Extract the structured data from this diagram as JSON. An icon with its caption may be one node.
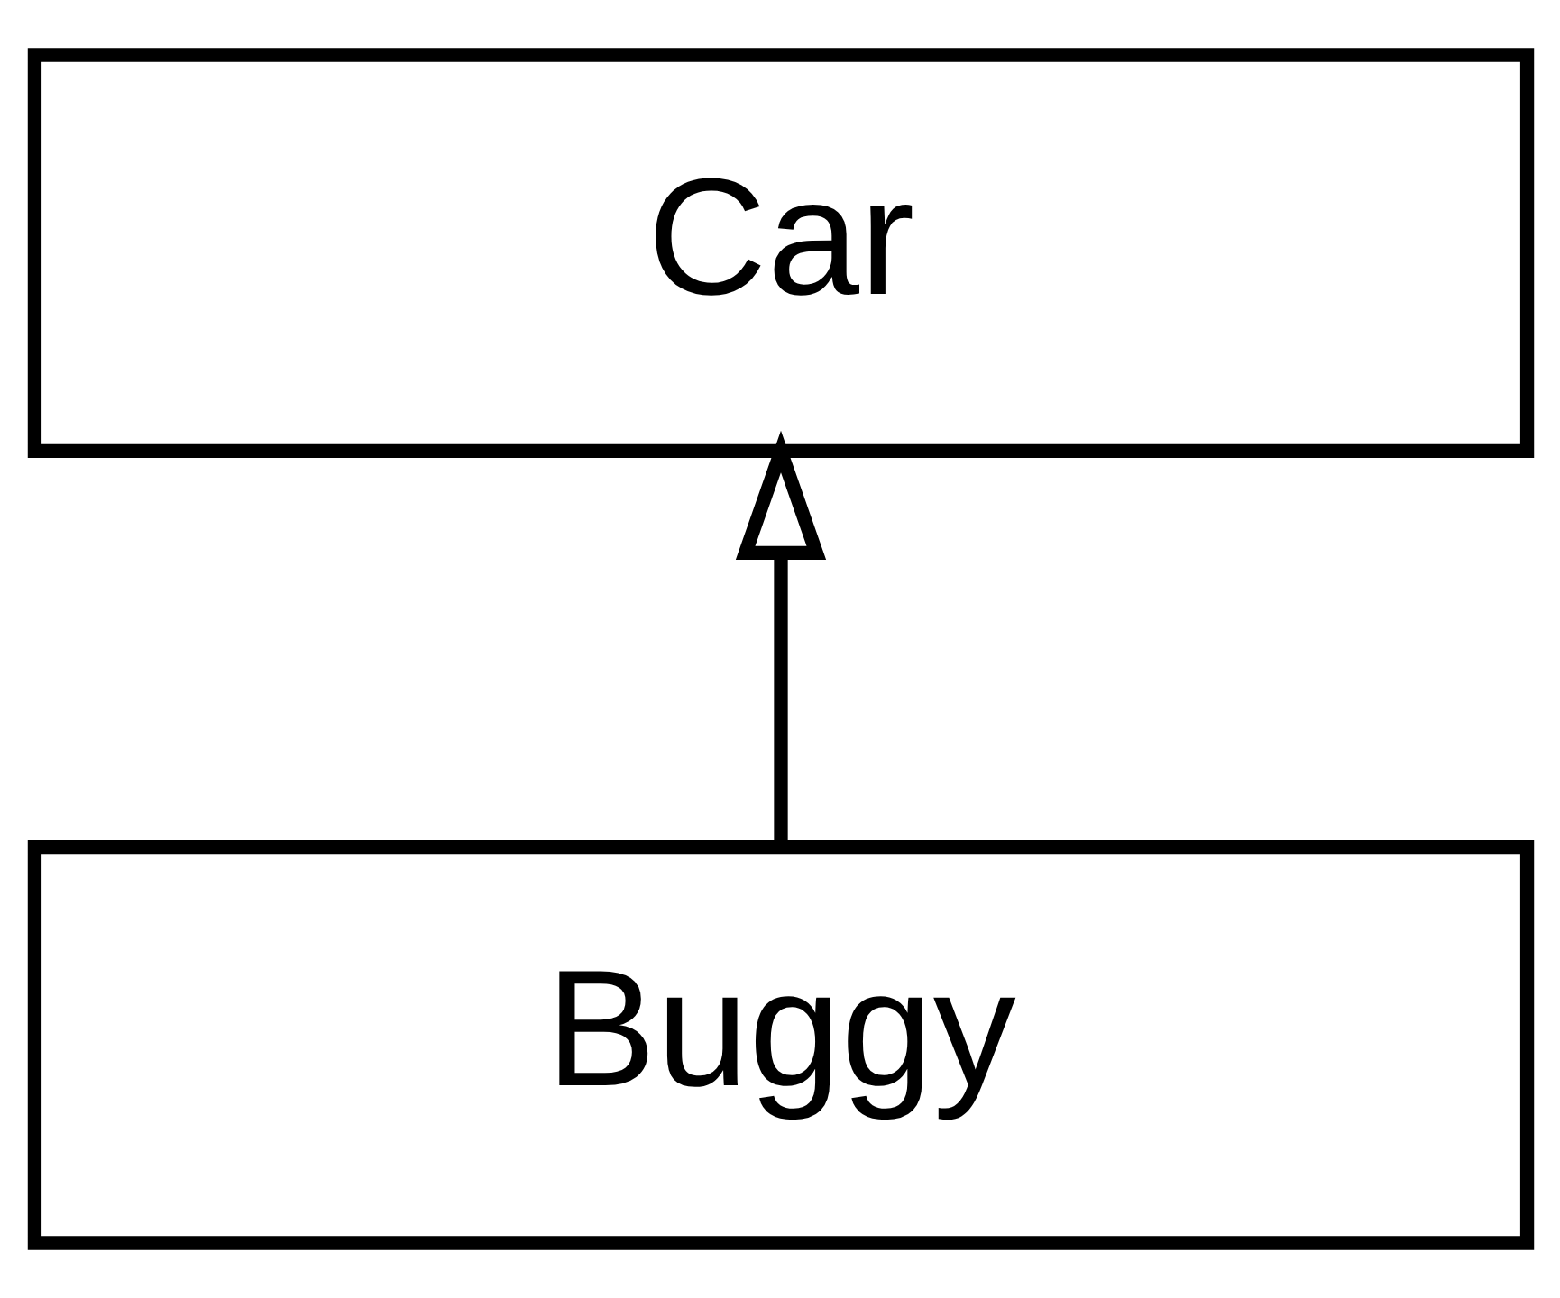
{
  "diagram": {
    "nodes": [
      {
        "text": [
          "Car"
        ]
      },
      {
        "text": [
          "Buggy"
        ]
      }
    ],
    "edges": [
      {
        "from": 1,
        "to": 0,
        "arrow": "to"
      }
    ]
  }
}
